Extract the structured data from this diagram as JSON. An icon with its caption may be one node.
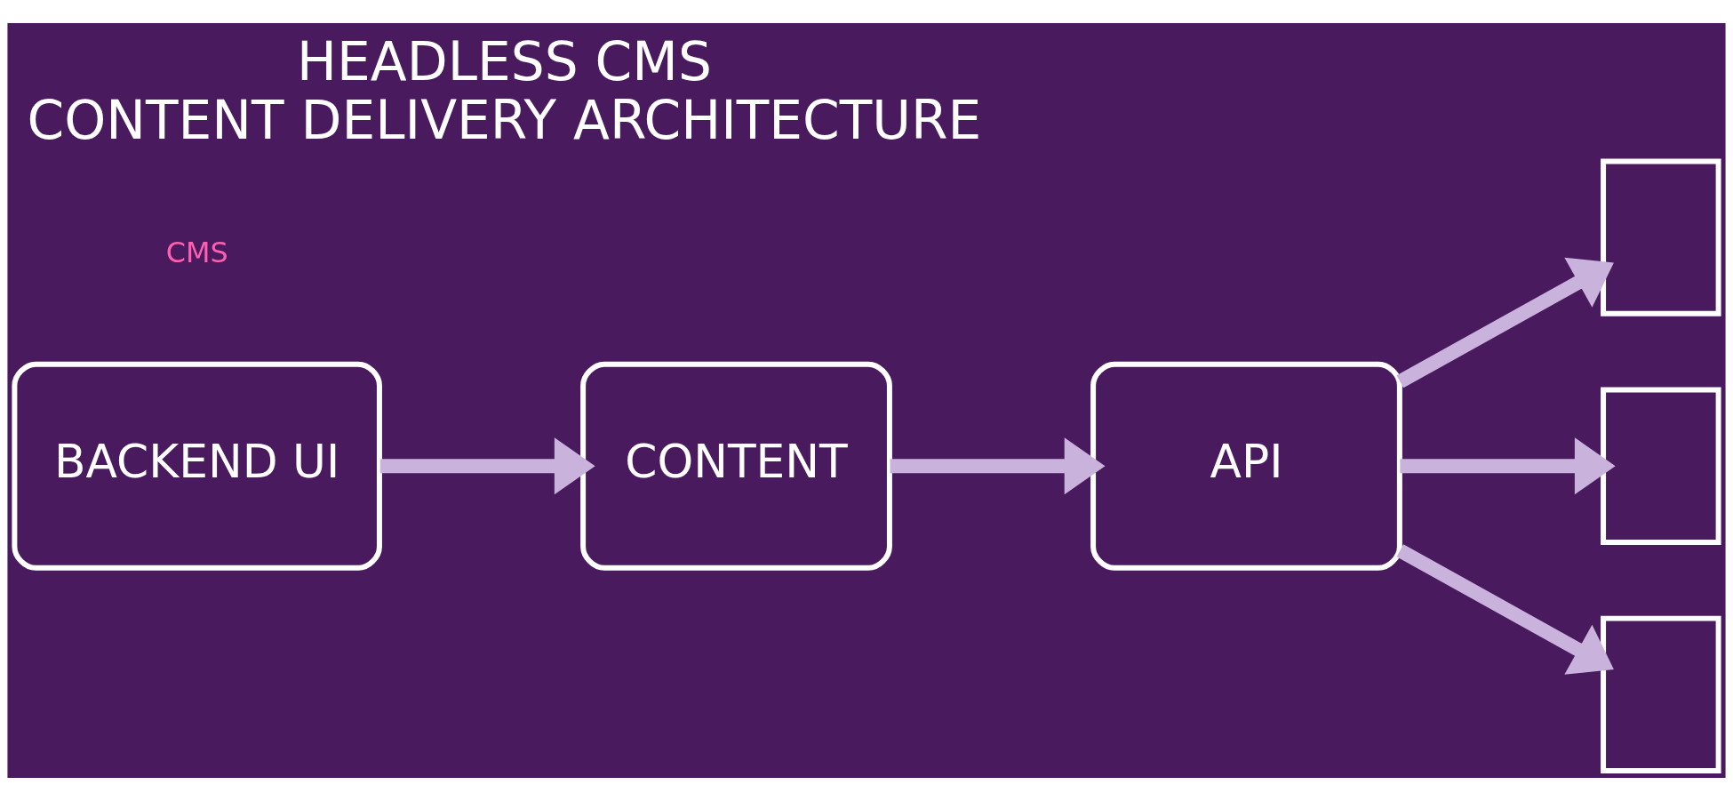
{
  "diagram": {
    "title": "HEADLESS CMS",
    "caption": "CONTENT DELIVERY ARCHITECTURE",
    "nodes": [
      {
        "text": [
          "BACKEND UI"
        ]
      },
      {
        "text": [
          "CONTENT"
        ]
      },
      {
        "text": [
          "API"
        ]
      },
      {
        "text": [],
        "shape": "box"
      },
      {
        "text": [],
        "shape": "box"
      },
      {
        "text": [],
        "shape": "box"
      }
    ],
    "edges": [
      {
        "from": 0,
        "to": 1,
        "arrow": "to"
      },
      {
        "from": 1,
        "to": 2,
        "arrow": "to"
      },
      {
        "from": 2,
        "to": 3,
        "arrow": "to"
      },
      {
        "from": 2,
        "to": 4,
        "arrow": "to"
      },
      {
        "from": 2,
        "to": 5,
        "arrow": "to"
      }
    ],
    "labels": [
      "CMS"
    ]
  }
}
